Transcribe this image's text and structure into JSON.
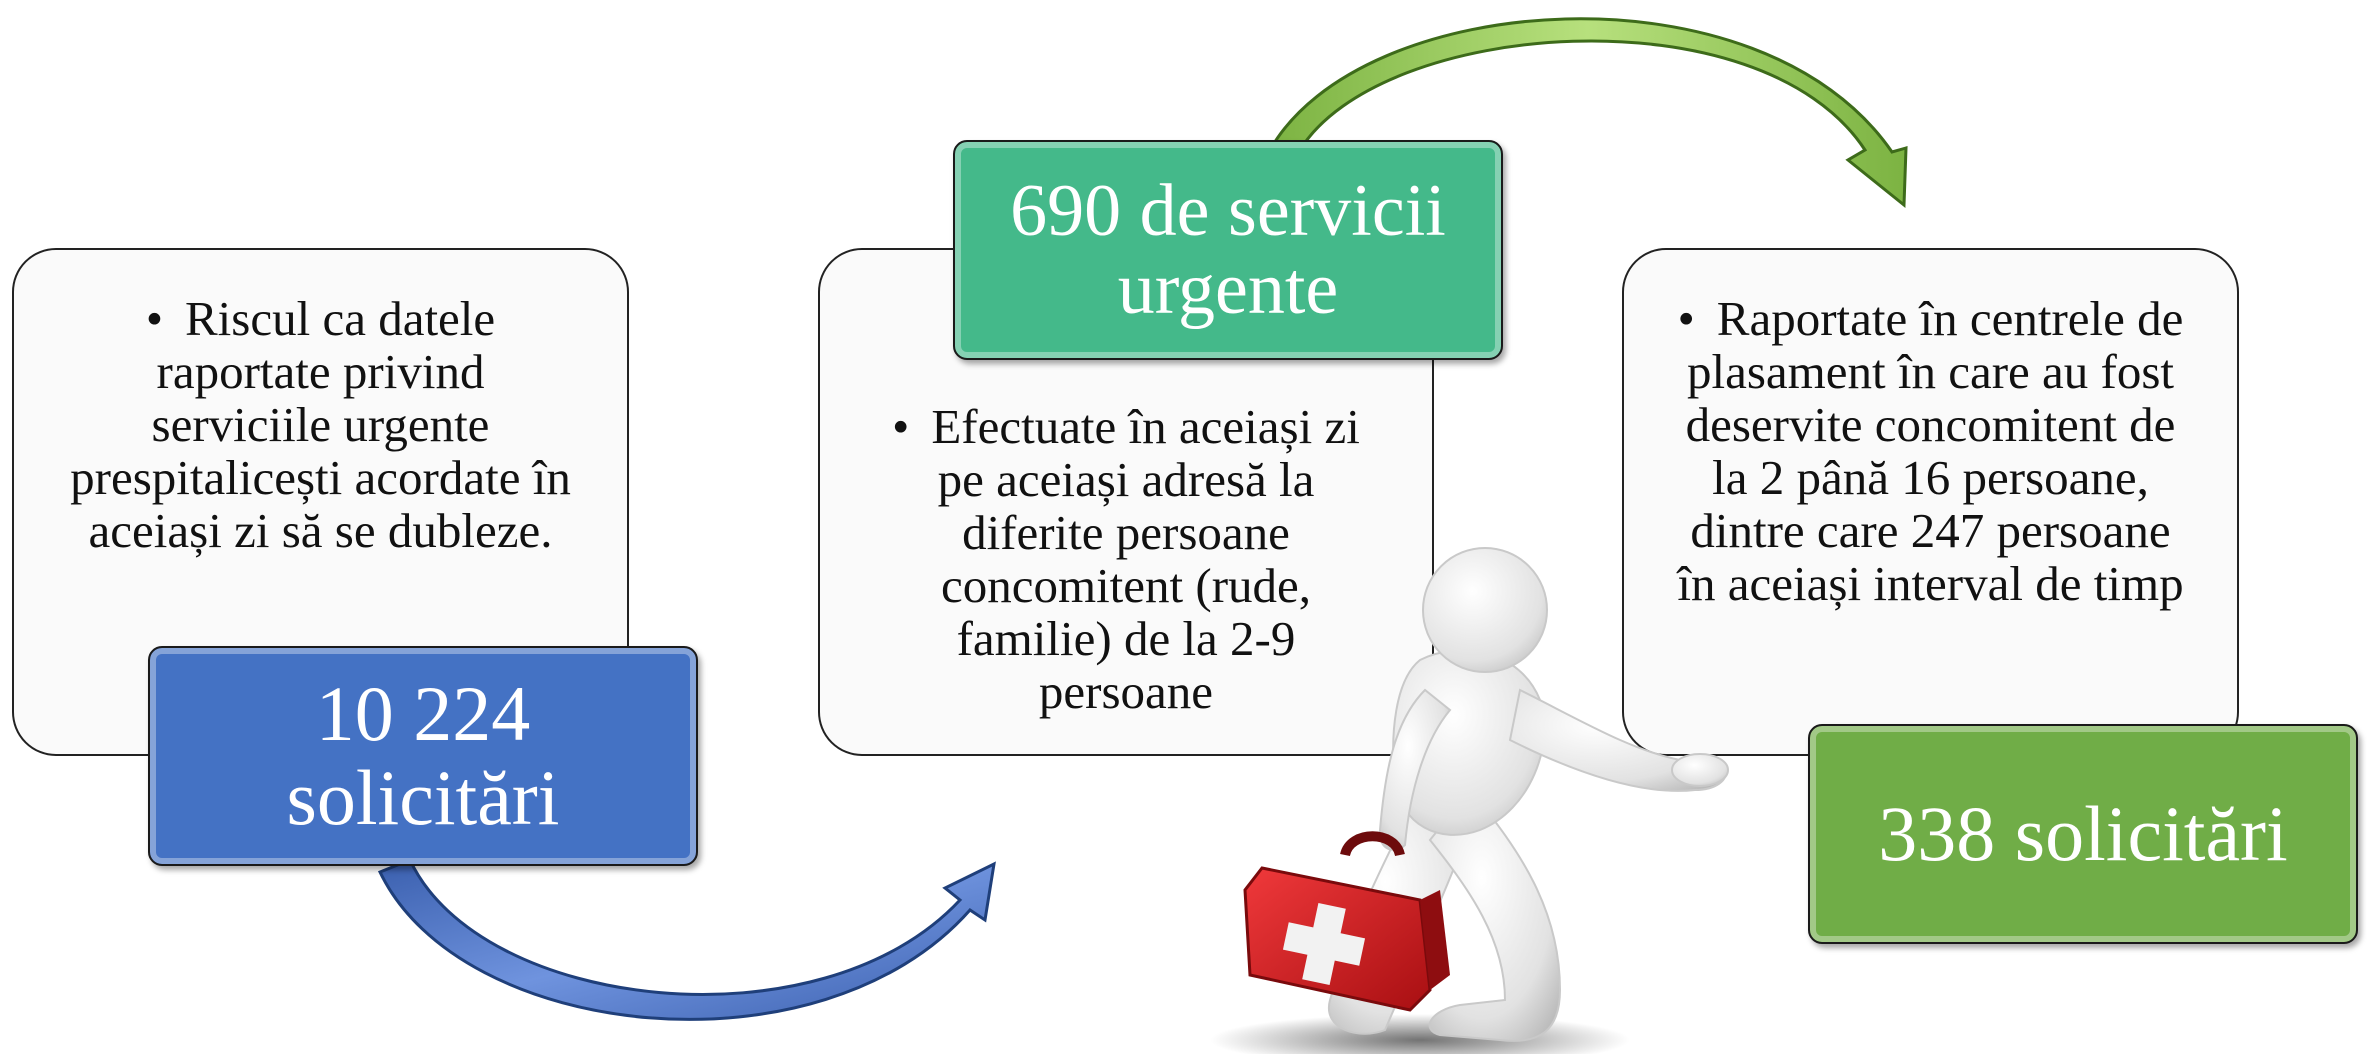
{
  "steps": [
    {
      "card_text": "Riscul ca datele raportate privind serviciile urgente prespitalicești acordate în aceiași zi să se dubleze.",
      "label": "10 224 solicitări",
      "label_color": "#4472c4"
    },
    {
      "card_text": "Efectuate în aceiași zi pe aceiași adresă la diferite persoane concomitent (rude, familie) de la 2-9 persoane",
      "label": "690 de servicii urgente",
      "label_color": "#44b98a"
    },
    {
      "card_text": "Raportate în centrele de plasament în care au fost deservite concomitent de la 2 până 16 persoane, dintre care 247 persoane în aceiași interval de timp",
      "label": "338 solicitări",
      "label_color": "#70ad47"
    }
  ],
  "bullet": "•",
  "colors": {
    "arrow_blue": "#4472c4",
    "arrow_green": "#8cc63f",
    "first_aid_red": "#d7191c"
  },
  "illustration": "paramedic-with-first-aid-kit"
}
